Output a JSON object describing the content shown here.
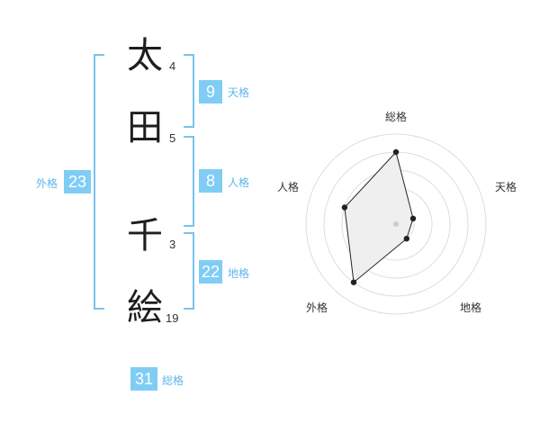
{
  "name_chars": [
    {
      "char": "太",
      "strokes": "4"
    },
    {
      "char": "田",
      "strokes": "5"
    },
    {
      "char": "千",
      "strokes": "3"
    },
    {
      "char": "絵",
      "strokes": "19"
    }
  ],
  "fortunes": {
    "tenkaku": {
      "value": "9",
      "label": "天格"
    },
    "jinkaku": {
      "value": "8",
      "label": "人格"
    },
    "chikaku": {
      "value": "22",
      "label": "地格"
    },
    "gaikaku": {
      "value": "23",
      "label": "外格"
    },
    "soukaku": {
      "value": "31",
      "label": "総格"
    }
  },
  "colors": {
    "accent": "#7fcdf5",
    "bracket": "#79c3ee",
    "label": "#5fb6e8"
  },
  "chart_data": {
    "type": "radar",
    "axes": [
      "総格",
      "天格",
      "地格",
      "外格",
      "人格"
    ],
    "values": [
      4,
      1,
      1,
      4,
      3
    ],
    "range": [
      0,
      5
    ],
    "rings": 5
  }
}
